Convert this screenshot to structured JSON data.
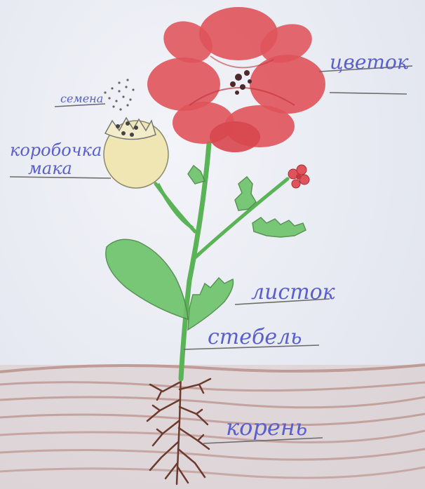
{
  "labels": {
    "flower": "цветок",
    "seeds": "семена",
    "poppy_box_line1": "коробочка",
    "poppy_box_line2": "мака",
    "leaf": "листок",
    "stem": "стебель",
    "root": "корень"
  },
  "colors": {
    "petal": "#e0535a",
    "petal_dark": "#c2393f",
    "stem": "#5bb357",
    "leaf": "#6cc36a",
    "capsule": "#efe6b4",
    "soil": "#b88c86",
    "root": "#6d3a2e",
    "label_ink": "#5a5fd0",
    "pointer_line": "#6c6c6c"
  }
}
